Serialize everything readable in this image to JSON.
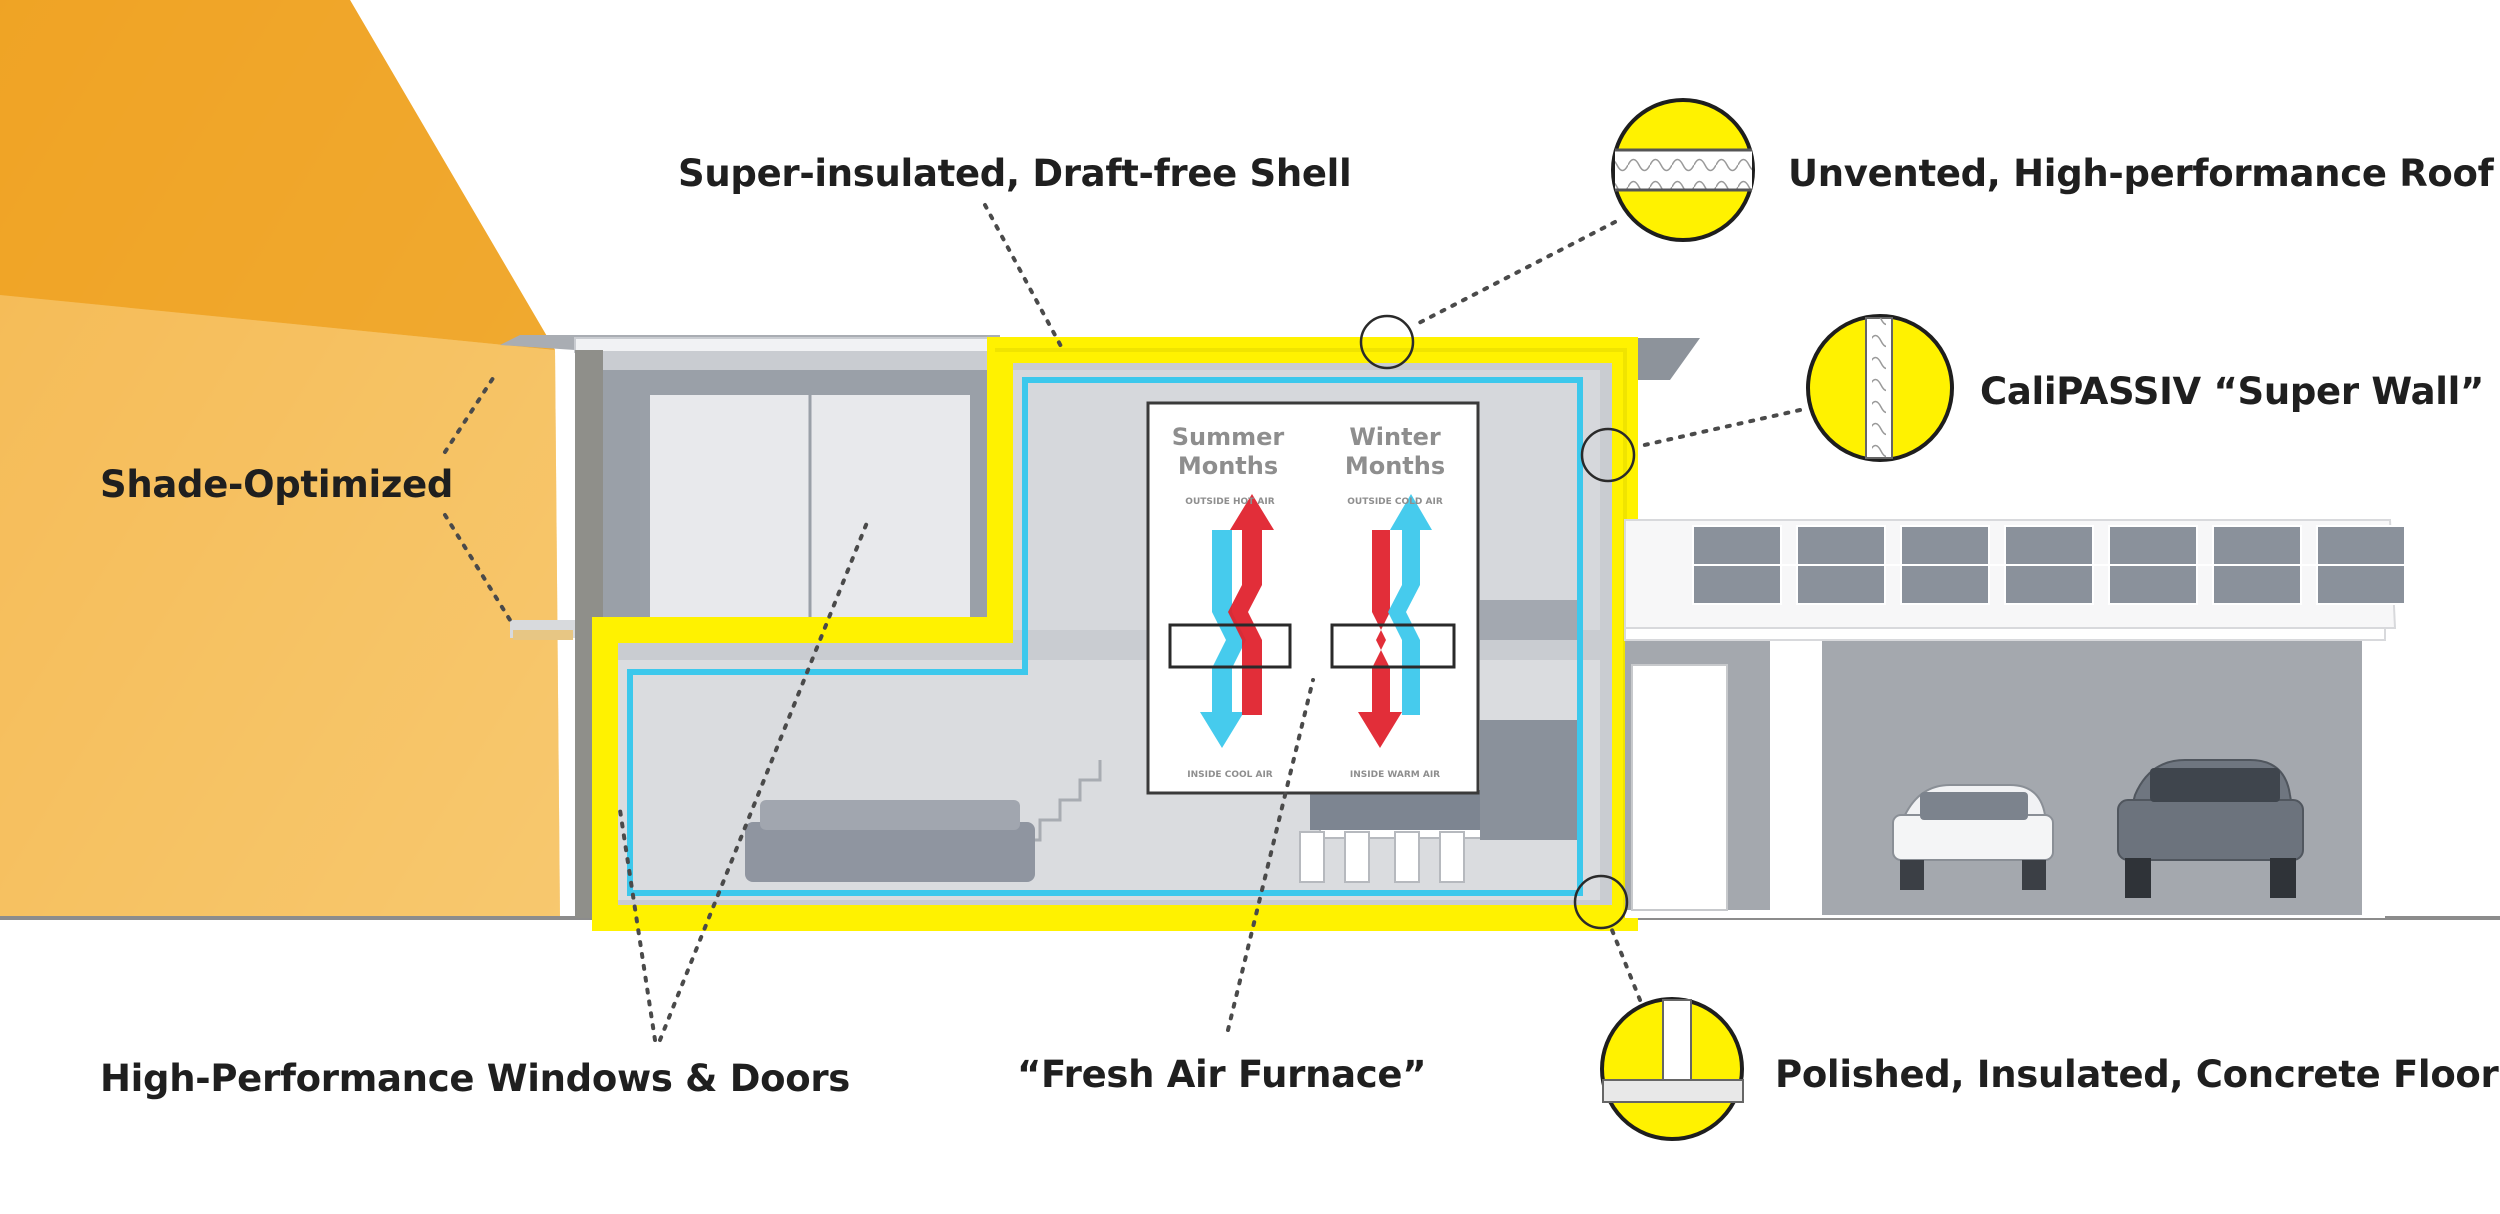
{
  "callouts": {
    "shell": "Super-insulated, Draft-free Shell",
    "roof": "Unvented, High-performance Roof",
    "wall": "CaliPASSIV “Super Wall”",
    "shade": "Shade-Optimized",
    "windows": "High-Performance Windows & Doors",
    "furnace": "“Fresh Air Furnace”",
    "floor": "Polished, Insulated, Concrete Floor"
  },
  "inset": {
    "summer_title_1": "Summer",
    "summer_title_2": "Months",
    "winter_title_1": "Winter",
    "winter_title_2": "Months",
    "summer_top": "OUTSIDE HOT AIR",
    "summer_bottom": "INSIDE COOL AIR",
    "winter_top": "OUTSIDE COLD AIR",
    "winter_bottom": "INSIDE WARM AIR"
  },
  "colors": {
    "sun": "#f2a21e",
    "insulation": "#fff200",
    "fresh_air": "#3cc8ec",
    "exhaust_air": "#e0232e",
    "structure": "#9aa0a8"
  }
}
